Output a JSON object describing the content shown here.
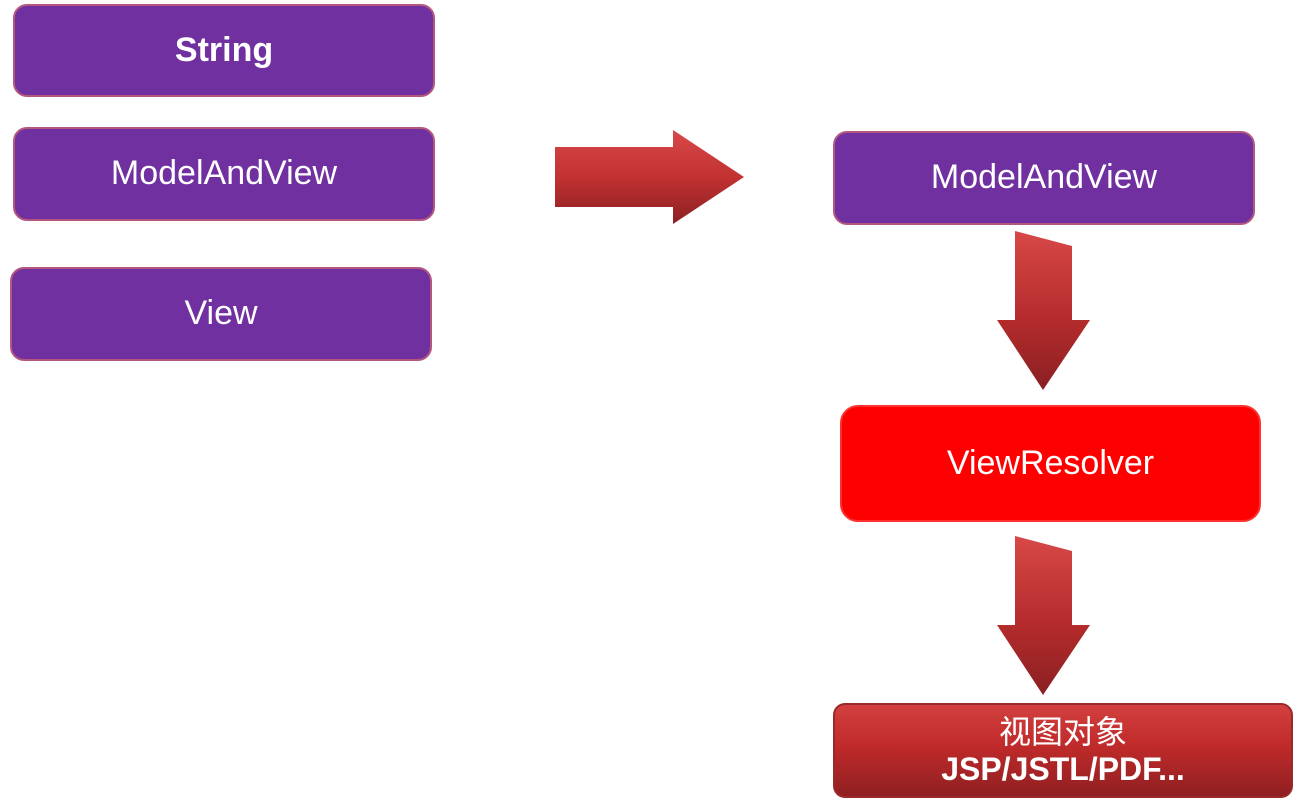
{
  "left_column": {
    "string_label": "String",
    "modelandview_label": "ModelAndView",
    "view_label": "View"
  },
  "right_column": {
    "modelandview_label": "ModelAndView",
    "viewresolver_label": "ViewResolver",
    "view_object_label": "视图对象",
    "view_object_types": "JSP/JSTL/PDF..."
  },
  "colors": {
    "purple": "#7030a0",
    "red": "#ff0000",
    "arrow_dark_red": "#a52a2a"
  }
}
